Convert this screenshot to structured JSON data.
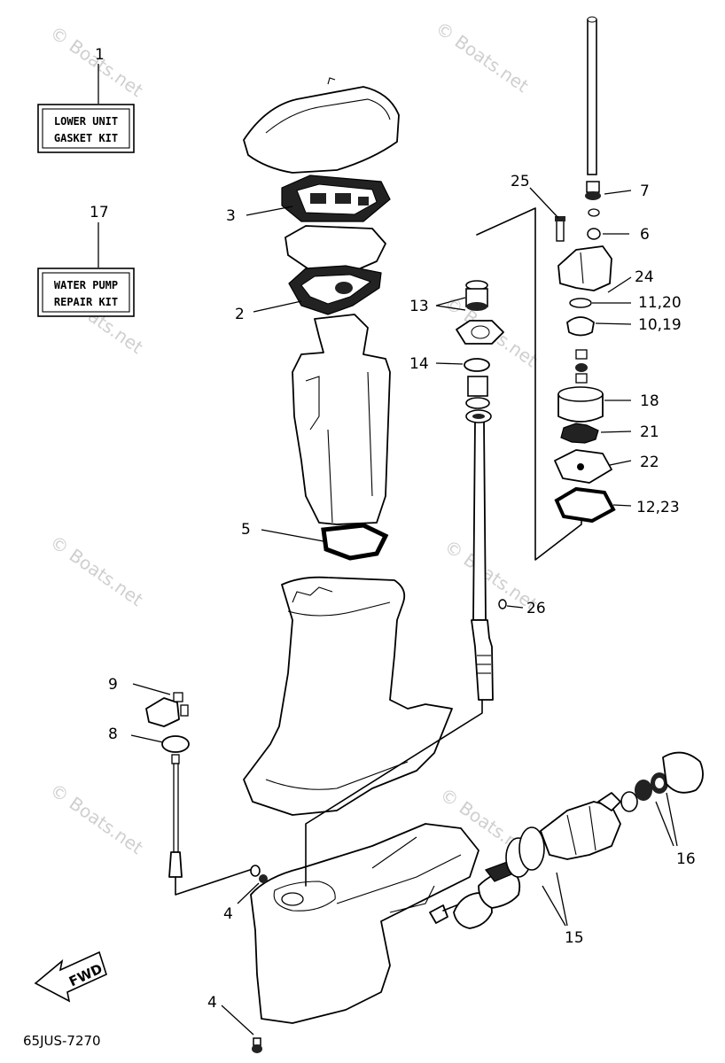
{
  "kits": {
    "lower_unit": {
      "number": "1",
      "line1": "LOWER UNIT",
      "line2": "GASKET KIT"
    },
    "water_pump": {
      "number": "17",
      "line1": "WATER PUMP",
      "line2": "REPAIR KIT"
    }
  },
  "callouts": {
    "c2": "2",
    "c3": "3",
    "c4a": "4",
    "c4b": "4",
    "c5": "5",
    "c6": "6",
    "c7": "7",
    "c8": "8",
    "c9": "9",
    "c10_19": "10,19",
    "c11_20": "11,20",
    "c12_23": "12,23",
    "c13": "13",
    "c14": "14",
    "c15": "15",
    "c16": "16",
    "c18": "18",
    "c21": "21",
    "c22": "22",
    "c24": "24",
    "c25": "25",
    "c26": "26"
  },
  "fwd_label": "FWD",
  "diagram_code": "65JUS-7270",
  "watermark": "© Boats.net",
  "colors": {
    "ink": "#000000",
    "paper": "#ffffff",
    "watermark": "#cfcfcf"
  }
}
